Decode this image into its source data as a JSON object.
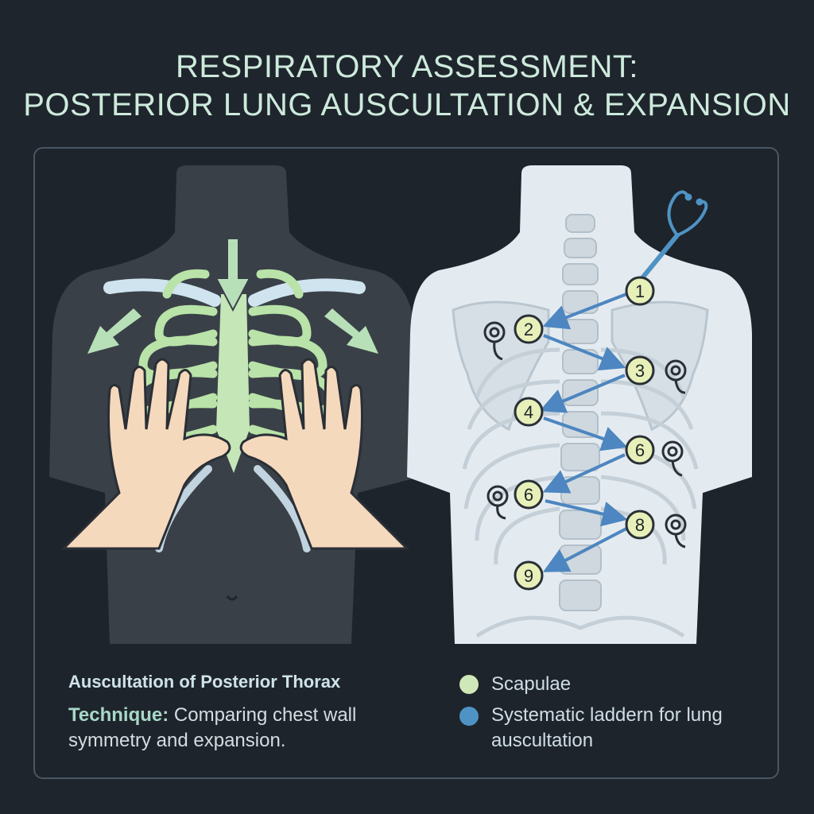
{
  "title": {
    "line1": "RESPIRATORY ASSESSMENT:",
    "line2": "POSTERIOR LUNG AUSCULTATION & EXPANSION"
  },
  "caption": {
    "heading": "Auscultation of Posterior Thorax",
    "technique_label": "Technique:",
    "technique_text": " Comparing chest wall symmetry and expansion."
  },
  "legend": [
    {
      "label": "Scapulae",
      "color": "#cfe8b8"
    },
    {
      "label": "Systematic laddern for lung auscultation",
      "color": "#4f93c4"
    }
  ],
  "auscultation_points": [
    "1",
    "2",
    "3",
    "4",
    "6",
    "6",
    "8",
    "9"
  ],
  "colors": {
    "background": "#1f252c",
    "ribs_green": "#b9e3a8",
    "clavicle_blue": "#cfe4ef",
    "arrow_blue": "#4d86c0",
    "marker_fill": "#e7f0b8",
    "body_light": "#e4ebf0",
    "body_dark": "#3a4048"
  },
  "icons": [
    "stethoscope-icon",
    "chest-piece-icon"
  ]
}
